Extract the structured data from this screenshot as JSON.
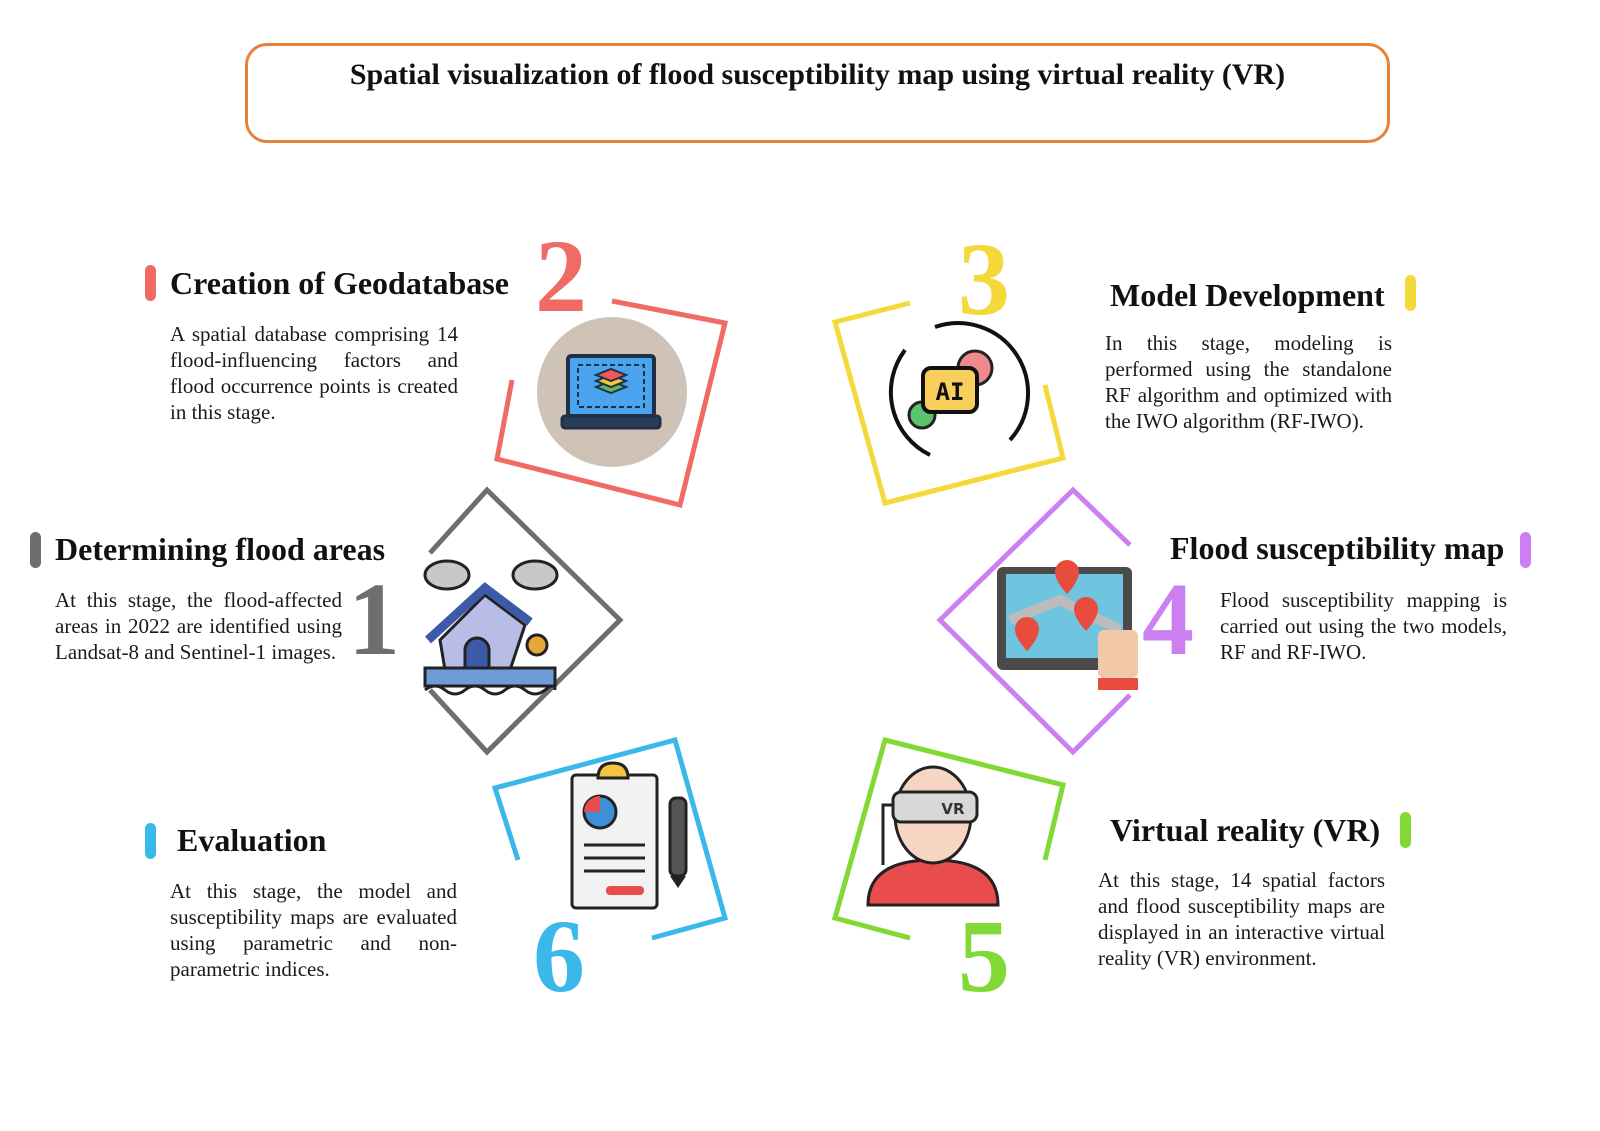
{
  "title": "Spatial visualization of flood susceptibility map using virtual reality (VR)",
  "colors": {
    "title_border": "#e8823a",
    "stage1": "#6e6e6e",
    "stage2": "#f06b63",
    "stage3": "#f5d83a",
    "stage4": "#cc7ff0",
    "stage5": "#82d834",
    "stage6": "#3bb8ea"
  },
  "stages": [
    {
      "number": "1",
      "heading": "Determining flood areas",
      "text": "At this stage, the flood-affected areas in 2022 are identified using Landsat-8 and Sentinel-1 images.",
      "icon": "flooded-house-icon"
    },
    {
      "number": "2",
      "heading": "Creation of Geodatabase",
      "text": "A spatial database comprising 14 flood-influencing factors and flood occurrence points is created in this stage.",
      "icon": "laptop-layers-icon"
    },
    {
      "number": "3",
      "heading": "Model Development",
      "text": "In this stage, modeling is performed using the standalone RF algorithm and optimized with the IWO algorithm (RF-IWO).",
      "icon": "ai-gears-icon",
      "icon_label": "AI"
    },
    {
      "number": "4",
      "heading": "Flood susceptibility map",
      "text": "Flood susceptibility mapping is carried out using the two models, RF and RF-IWO.",
      "icon": "tablet-map-icon"
    },
    {
      "number": "5",
      "heading": "Virtual reality (VR)",
      "text": "At this stage, 14 spatial factors and flood susceptibility maps are displayed in an interactive virtual reality (VR) environment.",
      "icon": "vr-headset-person-icon",
      "icon_label": "VR"
    },
    {
      "number": "6",
      "heading": "Evaluation",
      "text": "At this stage, the model and susceptibility maps are evaluated using parametric and non-parametric indices.",
      "icon": "clipboard-report-icon"
    }
  ]
}
